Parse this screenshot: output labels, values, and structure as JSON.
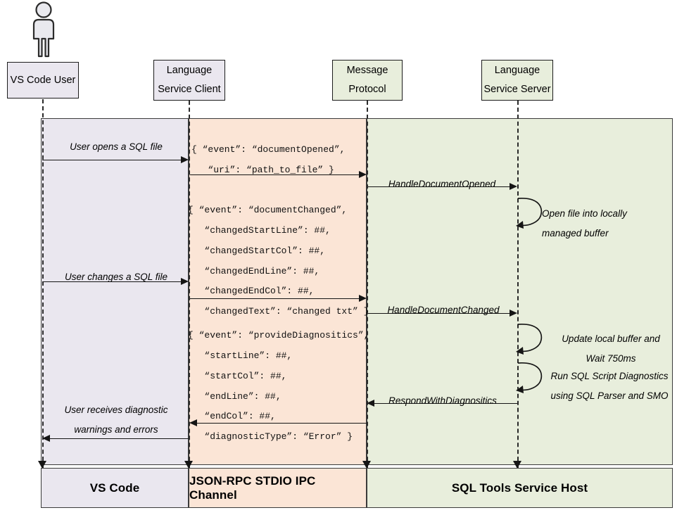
{
  "diagram": {
    "title": "SQL Tools Service sequence diagram",
    "colors": {
      "vscode_band": "#eae7ef",
      "ipc_band": "#fbe5d6",
      "host_band": "#e8eedc",
      "stroke": "#1c1c1c"
    }
  },
  "actor": {
    "name": "vs-code-user-actor"
  },
  "lifelines": [
    {
      "id": "vs-code-user",
      "line1": "VS Code User",
      "line2": ""
    },
    {
      "id": "language-service-client",
      "line1": "Language",
      "line2": "Service Client"
    },
    {
      "id": "message-protocol",
      "line1": "Message",
      "line2": "Protocol"
    },
    {
      "id": "language-service-server",
      "line1": "Language",
      "line2": "Service Server"
    }
  ],
  "user_messages": [
    {
      "id": "user-opens-sql-file",
      "line1": "User opens a SQL file",
      "line2": ""
    },
    {
      "id": "user-changes-sql-file",
      "line1": "User changes a SQL file",
      "line2": ""
    },
    {
      "id": "user-receives-diagnostics",
      "line1": "User receives diagnostic",
      "line2": "warnings and errors"
    }
  ],
  "json_messages": [
    {
      "id": "document-opened-payload",
      "lines": [
        "{ “event”: “documentOpened”,",
        "   “uri”: “path_to_file” }"
      ]
    },
    {
      "id": "document-changed-payload",
      "lines": [
        "{ “event”: “documentChanged”,",
        "   “changedStartLine”: ##,",
        "   “changedStartCol”: ##,",
        "   “changedEndLine”: ##,",
        "   “changedEndCol”: ##,",
        "   “changedText”: “changed txt” }"
      ]
    },
    {
      "id": "provide-diagnositics-payload",
      "lines": [
        "{ “event”: “provideDiagnositics”,",
        "   “startLine”: ##,",
        "   “startCol”: ##,",
        "   “endLine”: ##,",
        "   “endCol”: ##,",
        "   “diagnosticType”: “Error” }"
      ]
    }
  ],
  "handler_messages": [
    {
      "id": "handle-document-opened",
      "label": "HandleDocumentOpened"
    },
    {
      "id": "handle-document-changed",
      "label": "HandleDocumentChanged"
    },
    {
      "id": "respond-with-diagnositics",
      "label": "RespondWithDiagnositics"
    }
  ],
  "self_actions": [
    {
      "id": "open-file-into-buffer",
      "line1": "Open file into locally",
      "line2": "managed buffer"
    },
    {
      "id": "update-buffer-and-wait",
      "line1": "Update local buffer and",
      "line2": "Wait 750ms"
    },
    {
      "id": "run-sql-script-diagnostics",
      "line1": "Run SQL Script Diagnostics",
      "line2": "using SQL Parser and SMO"
    }
  ],
  "footer": [
    {
      "id": "footer-vs-code",
      "label": "VS Code"
    },
    {
      "id": "footer-ipc",
      "label": "JSON-RPC STDIO IPC Channel"
    },
    {
      "id": "footer-host",
      "label": "SQL Tools Service Host"
    }
  ]
}
